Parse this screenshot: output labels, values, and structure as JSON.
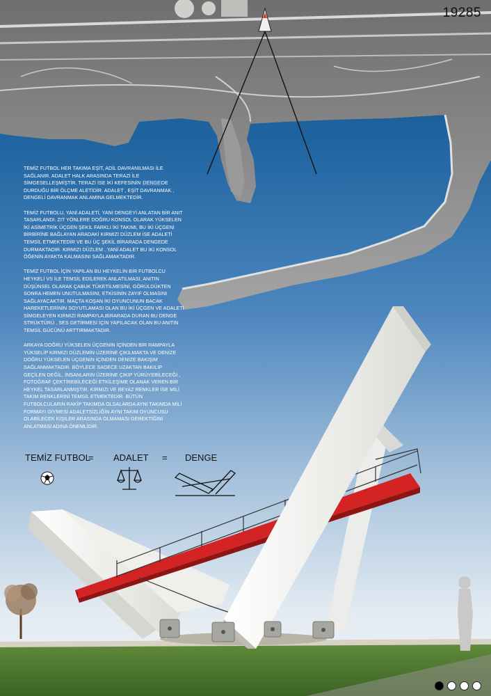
{
  "poster": {
    "sheet_number": "19285",
    "paragraphs": [
      {
        "before": "TEMİZ FUTBOL HER TAKIMA EŞİT, ADİL DAVRANILMASI İLE SAĞLANIR. ADALET HALK ARASINDA TERAZİ İLE SİMGESELLEŞMİŞTİR. TERAZİ İSE İKİ KEFESİNİN ",
        "highlight": "DENGE",
        "after": "DE DURDUĞU BİR ÖLÇME ALETİDİR. ADALET , EŞİT DAVRANMAK , DENGELİ DAVRANMAK ANLAMINA GELMEKTEDİR."
      },
      {
        "text": "TEMİZ FUTBOLU, YANİ ADALETİ, YANİ DENGEYİ ANLATAN BİR ANIT TASARLANDI. ZIT YÖNLERE DOĞRU KONSOL OLARAK YÜKSELEN İKİ ASİMETRİK ÜÇGEN ŞEKİL FARKLI İKİ TAKIMI, BU İKİ ÜÇGENİ BİRBİRİNE BAĞLAYAN ARADAKİ KIRMIZI DÜZLEM İSE ADALETİ TEMSİL ETMEKTEDİR VE BU ÜÇ ŞEKİL BİRARADA DENGEDE DURMAKTADIR. KIRMIZI DÜZLEM , YANİ ADALET BU İKİ KONSOL ÖĞENİN AYAKTA KALMASINI SAĞLAMAKTADIR."
      },
      {
        "text": "TEMİZ FUTBOL İÇİN YAPILAN BU HEYKELİN BİR FUTBOLCU HEYKELİ VS İLE TEMSİL EDİLEREK ANLATILMASI, ANITIN DÜŞÜNSEL OLARAK ÇABUK TÜKETİLMESİNİ, GÖRÜLDÜKTEN SONRA HEMEN UNUTULMASINI, ETKİSİNİN ZAYIF OLMASINI SAĞLAYACAKTIR. MAÇTA KOŞAN İKİ OYUNCUNUN BACAK HAREKETLERİNİN SOYUTLAMASI OLAN BU İKİ ÜÇGEN VE ADALETİ SİMGELEYEN KIRMIZI RAMPAYLA,BİRARADA DURAN BU DENGE STRÜKTÜRÜ , SES GETİRMESİ İÇİN YAPILACAK OLAN BU ANITIN TEMSİL GÜCÜNÜ ARTTIRMAKTADIR."
      },
      {
        "text": "ARKAYA DOĞRU YÜKSELEN ÜÇGENİN İÇİNDEN BİR RAMPAYLA YÜKSELİP KIRMIZI DÜZLEMİN ÜZERİNE ÇIKILMAKTA VE DENİZE DOĞRU YÜKSELEN ÜÇGENİN İÇİNDEN DENİZE BAKIŞIM SAĞLANMAKTADIR. BÖYLECE SADECE UZAKTAN BAKILIP GEÇİLEN DEĞİL, İNSANLARIN ÜZERİNE ÇIKIP YÜRÜYEBİLECEĞİ , FOTOĞRAF ÇEKTİREBİLECEĞİ ETKİLEŞİME OLANAK VEREN BİR HEYKEL TASARLANMIŞTIR. KIRMIZI VE BEYAZ RENKLER İSE MİLİ TAKIM RENKLERİNİ TEMSİL ETMEKTEDİR. BÜTÜN FUTBOLCULARIN RAKİP TAKIMDA OLSALARDA AYNI TAKIMDA MİLİ FORMAYI GİYMESİ ADALETSİZLİĞİN AYNI TAKIM OYUNCUSU OLABİLECEK KİŞİLER ARASINDA OLMAMASI GEREKTİĞİNİ ANLATMASI ADINA ÖNEMLİDİR."
      }
    ],
    "equation": {
      "terms": [
        "TEMİZ FUTBOL",
        "ADALET",
        "DENGE"
      ],
      "operator": "=",
      "icons": [
        "football-icon",
        "scales-of-justice-icon",
        "balance-diagram-icon"
      ]
    },
    "colors": {
      "sea": "#1f64a0",
      "accent_red": "#d32323",
      "structure_white": "#f4f3ef"
    },
    "page_indicator": {
      "total": 4,
      "current": 1
    }
  }
}
